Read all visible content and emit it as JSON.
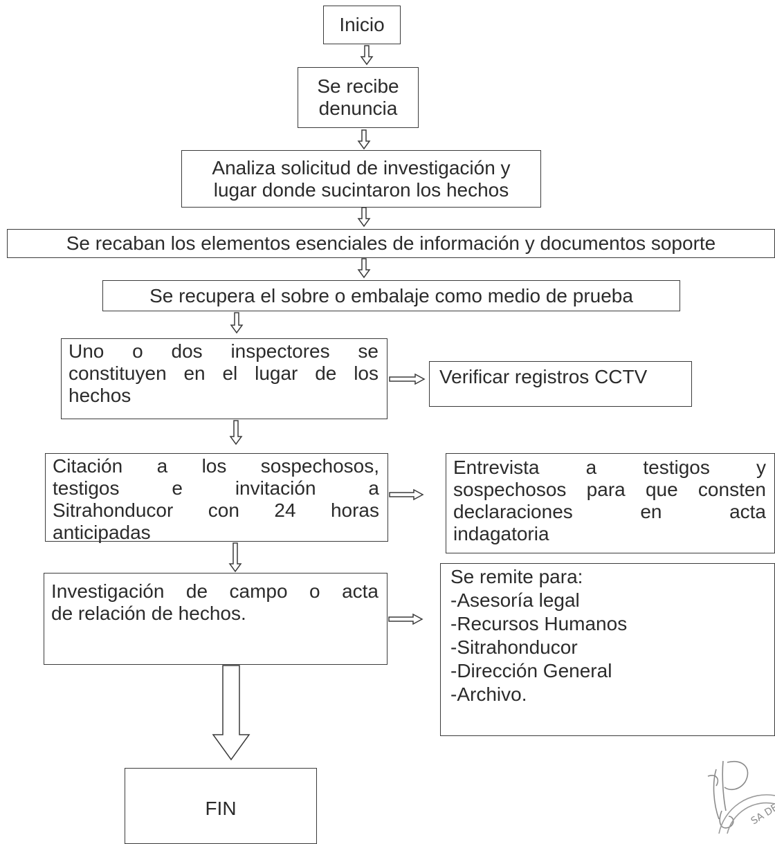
{
  "flowchart": {
    "inicio": "Inicio",
    "recibe": [
      "Se recibe",
      "denuncia"
    ],
    "analiza": [
      "Analiza solicitud de investigación y",
      "lugar donde sucintaron los hechos"
    ],
    "recaban": "Se recaban los elementos esenciales de información y documentos soporte",
    "recupera": "Se recupera el sobre o embalaje como medio de prueba",
    "inspectores": [
      "Uno o dos inspectores se",
      "constituyen en el lugar de los",
      "hechos"
    ],
    "cctv": "Verificar registros CCTV",
    "citacion": [
      "Citación a los sospechosos,",
      "testigos e invitación a",
      "Sitrahonducor con 24 horas",
      "anticipadas"
    ],
    "entrevista": [
      "Entrevista a testigos y",
      "sospechosos para que consten",
      "declaraciones en acta",
      "indagatoria"
    ],
    "investigacion": [
      "Investigación de campo o acta",
      "de relación de hechos."
    ],
    "remite": [
      "Se remite para:",
      "-Asesoría legal",
      "-Recursos Humanos",
      "-Sitrahonducor",
      "-Dirección General",
      "-Archivo."
    ],
    "fin": "FIN"
  },
  "seal": {
    "text": "SA DE"
  }
}
